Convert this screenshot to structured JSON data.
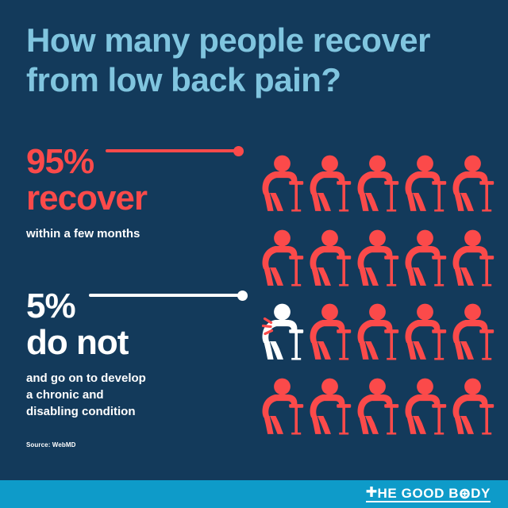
{
  "theme": {
    "background": "#133A5B",
    "title_color": "#80C5DF",
    "accent_red": "#FB4A4A",
    "white": "#FFFFFF",
    "footer_blue": "#0E9BC9"
  },
  "header": {
    "title_line_1": "How many people recover",
    "title_line_2": "from low back pain?"
  },
  "stats": [
    {
      "id": "recover",
      "percent": "95%",
      "word": "recover",
      "sub": "within a few months",
      "color": "#FB4A4A",
      "leader_color": "#FB4A4A"
    },
    {
      "id": "do-not-recover",
      "percent": "5%",
      "word": "do not",
      "sub_line_1": "and go on to develop",
      "sub_line_2": "a chronic and",
      "sub_line_3": "disabling condition",
      "color": "#FFFFFF",
      "leader_color": "#FFFFFF"
    }
  ],
  "source": {
    "label": "Source: WebMD"
  },
  "footer": {
    "logo_plus": "+",
    "logo_part_1": "HE GOOD B",
    "logo_part_2": "DY",
    "logo_full": "THE GOOD BODY"
  },
  "chart_data": {
    "type": "pictogram",
    "title": "How many people recover from low back pain?",
    "icon": "person-with-cane-hunched",
    "rows": 4,
    "columns": 5,
    "total_icons": 20,
    "unit_per_icon": 5,
    "unit_label": "percent",
    "categories": [
      "recover within a few months",
      "do not recover (chronic, disabling condition)"
    ],
    "values": [
      95,
      5
    ],
    "colors": [
      "#FB4A4A",
      "#FFFFFF"
    ],
    "highlighted_index": 10,
    "highlighted_color": "#FFFFFF",
    "highlighted_annotation": "pain-radiating-lines-lower-back",
    "legend": [
      {
        "label": "95% recover",
        "color": "#FB4A4A",
        "count": 19
      },
      {
        "label": "5% do not",
        "color": "#FFFFFF",
        "count": 1
      }
    ],
    "source": "WebMD",
    "grid": true,
    "legend_position": "left"
  }
}
